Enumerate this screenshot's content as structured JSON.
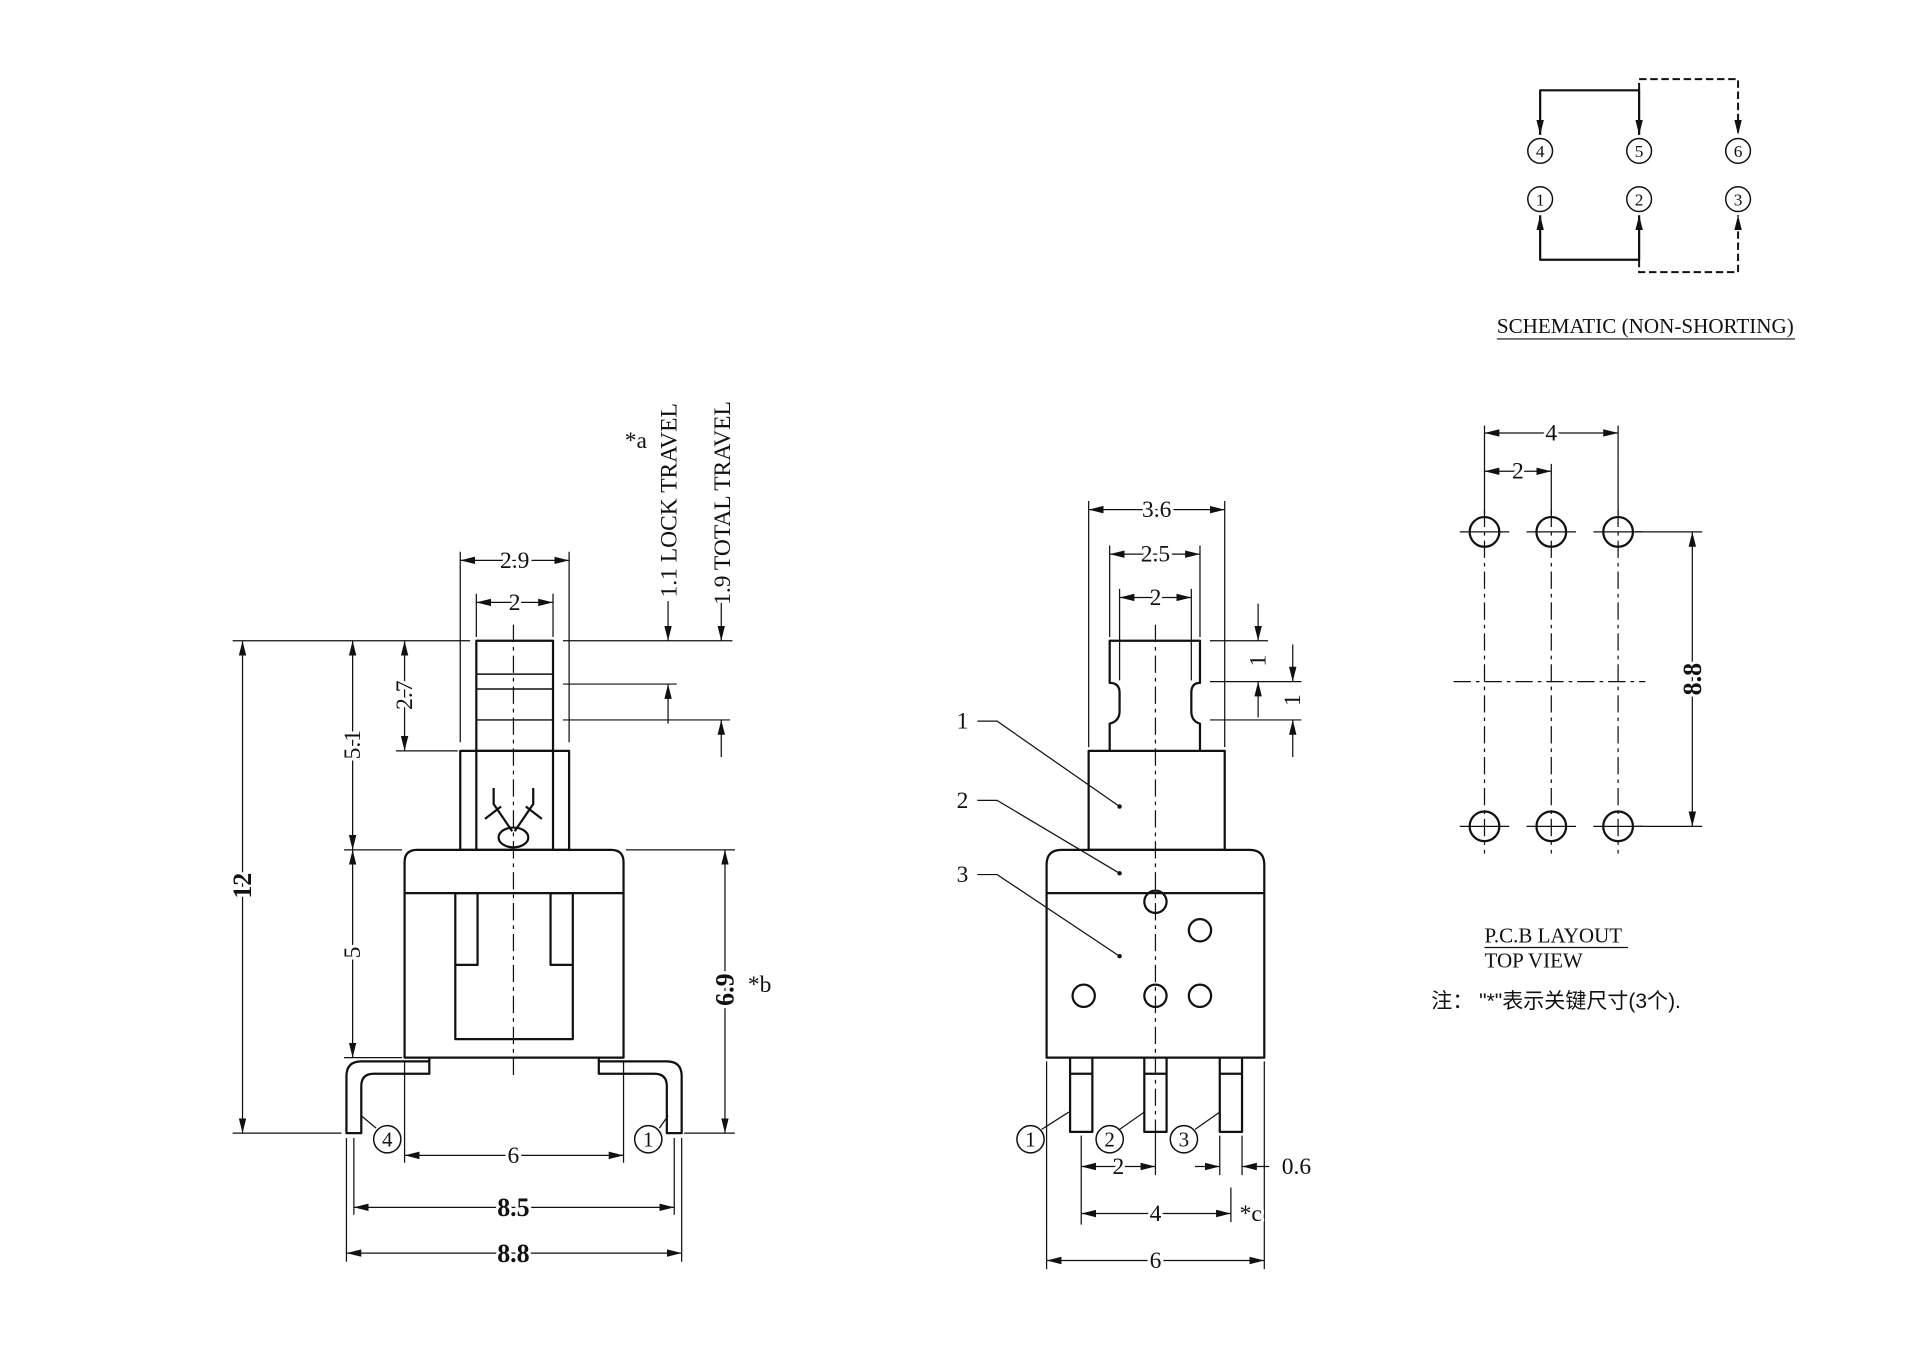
{
  "schematic": {
    "title": "SCHEMATIC (NON-SHORTING)",
    "terminals_top": [
      "4",
      "5",
      "6"
    ],
    "terminals_bottom": [
      "1",
      "2",
      "3"
    ]
  },
  "pcb_layout": {
    "title": "P.C.B LAYOUT",
    "view": "TOP VIEW",
    "dim_outer_pitch": "4",
    "dim_inner_pitch": "2",
    "dim_row_spacing": "8.8"
  },
  "note": "注： \"*\"表示关键尺寸(3个).",
  "side_view": {
    "dim_cap_width": "2.9",
    "dim_plunger_width": "2",
    "dim_overall_height": "12",
    "dim_upper_height": "5.1",
    "dim_body_height": "5",
    "dim_plunger_height": "2.7",
    "dim_seated_height": "6.9",
    "seated_height_marker": "*b",
    "dim_body_width": "6",
    "dim_lead_pitch": "8.5",
    "dim_overall_width": "8.8",
    "lock_travel_marker": "*a",
    "lock_travel": "1.1 LOCK TRAVEL",
    "total_travel": "1.9 TOTAL TRAVEL",
    "pin_left": "4",
    "pin_right": "1"
  },
  "front_view": {
    "dim_block_width": "3.6",
    "dim_cap_width": "2.5",
    "dim_notch_width": "2",
    "dim_cap_height": "1",
    "dim_notch_height": "1",
    "callouts": [
      "1",
      "2",
      "3"
    ],
    "pins": [
      "1",
      "2",
      "3"
    ],
    "dim_pin_pitch": "2",
    "dim_pin_width": "0.6",
    "dim_pin_span": "4",
    "pin_span_marker": "*c",
    "dim_body_width": "6"
  }
}
